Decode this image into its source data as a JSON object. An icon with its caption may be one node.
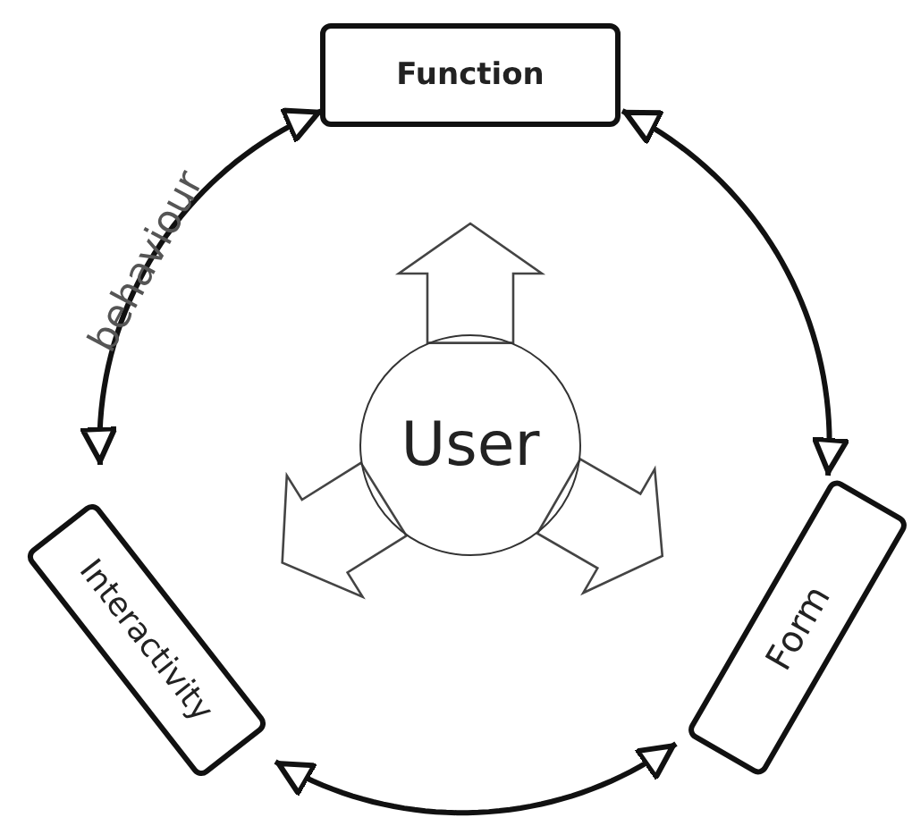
{
  "diagram": {
    "nodes": [
      {
        "text": [
          "Function"
        ]
      },
      {
        "text": [
          "Form"
        ]
      },
      {
        "text": [
          "Interactivity"
        ]
      },
      {
        "text": [
          "User"
        ]
      }
    ],
    "edges": [
      {
        "from": 2,
        "to": 0,
        "arrow": "both",
        "label": "behaviour"
      },
      {
        "from": 0,
        "to": 1,
        "arrow": "both"
      },
      {
        "from": 1,
        "to": 2,
        "arrow": "both"
      },
      {
        "from": 3,
        "to": null,
        "arrow": "to"
      },
      {
        "from": 3,
        "to": null,
        "arrow": "to"
      },
      {
        "from": 3,
        "to": null,
        "arrow": "to"
      }
    ]
  }
}
